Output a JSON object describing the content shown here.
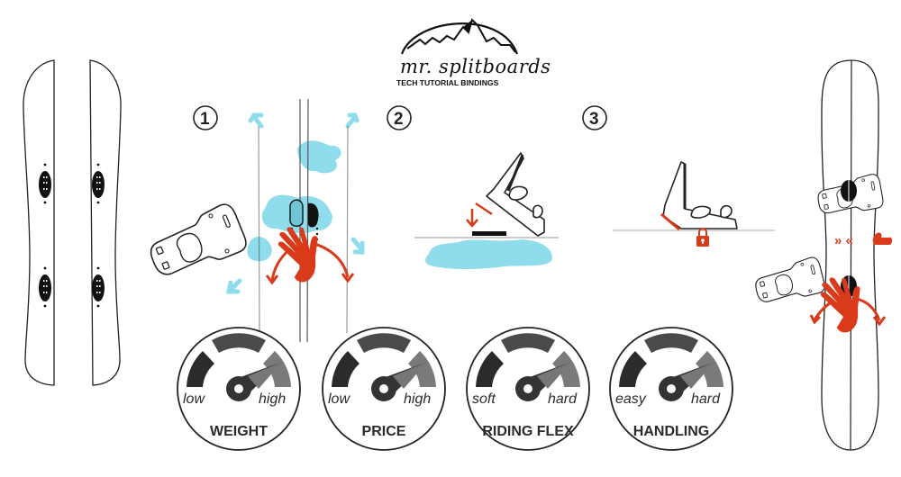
{
  "header": {
    "brand": "mr. splitboards",
    "subtitle": "TECH TUTORIAL BINDINGS"
  },
  "steps": [
    {
      "number": "1",
      "description_icons": [
        "binding-plate-icon",
        "hand-icon",
        "twist-arrows-icon",
        "snow-icon"
      ]
    },
    {
      "number": "2",
      "description_icons": [
        "binding-icon",
        "down-arrow-icon",
        "snow-icon"
      ]
    },
    {
      "number": "3",
      "description_icons": [
        "binding-icon",
        "lock-icon"
      ]
    }
  ],
  "gauges": [
    {
      "title": "WEIGHT",
      "low_label": "low",
      "high_label": "high",
      "level": "high"
    },
    {
      "title": "PRICE",
      "low_label": "low",
      "high_label": "high",
      "level": "high"
    },
    {
      "title": "RIDING FLEX",
      "low_label": "soft",
      "high_label": "hard",
      "level": "hard"
    },
    {
      "title": "HANDLING",
      "low_label": "easy",
      "high_label": "hard",
      "level": "hard"
    }
  ],
  "colors": {
    "accent_red": "#d93a1a",
    "snow_blue": "#8fdcec",
    "gauge_dark": "#2b2b2b",
    "gauge_mid": "#4a4a4a",
    "gauge_light": "#7a7a7a",
    "line": "#222222"
  }
}
